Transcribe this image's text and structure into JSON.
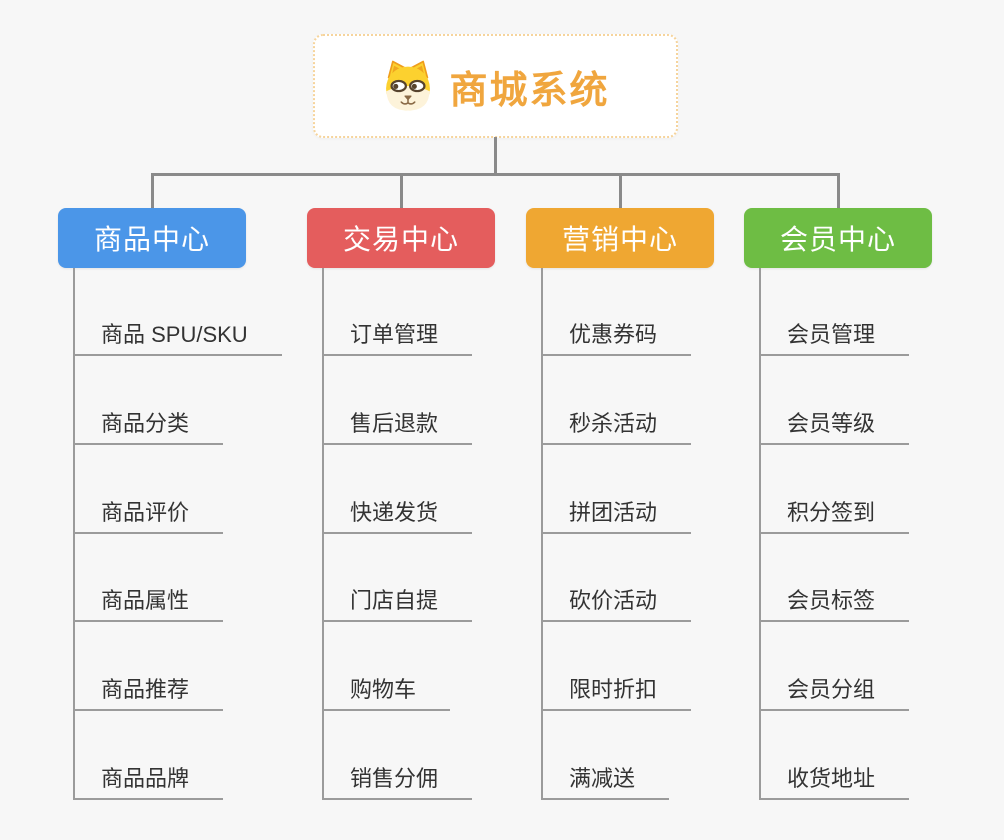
{
  "canvas": {
    "background": "#f7f7f7",
    "connector_color": "#8a8a8a"
  },
  "root": {
    "title": "商城系统",
    "icon": "dog-face-icon",
    "text_color": "#f0a63e",
    "border_color": "#f6d49c",
    "background": "#ffffff"
  },
  "branches": [
    {
      "label": "商品中心",
      "color": "#4b96e8",
      "children": [
        "商品 SPU/SKU",
        "商品分类",
        "商品评价",
        "商品属性",
        "商品推荐",
        "商品品牌"
      ]
    },
    {
      "label": "交易中心",
      "color": "#e45d5d",
      "children": [
        "订单管理",
        "售后退款",
        "快递发货",
        "门店自提",
        "购物车",
        "销售分佣"
      ]
    },
    {
      "label": "营销中心",
      "color": "#efa732",
      "children": [
        "优惠券码",
        "秒杀活动",
        "拼团活动",
        "砍价活动",
        "限时折扣",
        "满减送"
      ]
    },
    {
      "label": "会员中心",
      "color": "#6ebd44",
      "children": [
        "会员管理",
        "会员等级",
        "积分签到",
        "会员标签",
        "会员分组",
        "收货地址"
      ]
    }
  ]
}
